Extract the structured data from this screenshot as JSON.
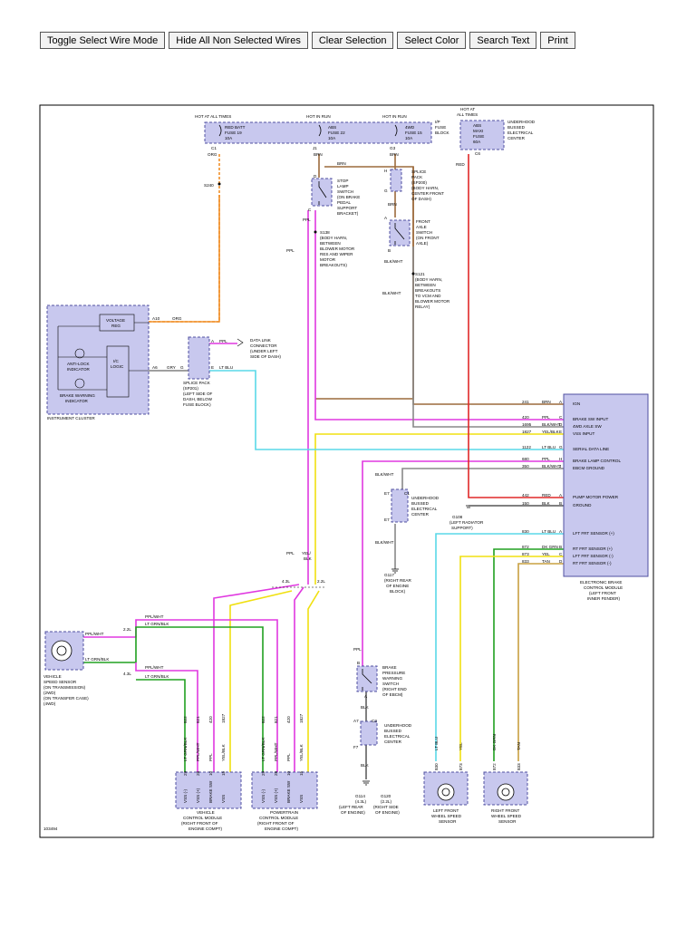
{
  "toolbar": {
    "buttons": [
      "Toggle Select Wire Mode",
      "Hide All Non Selected Wires",
      "Clear Selection",
      "Select Color",
      "Search Text",
      "Print"
    ]
  },
  "colors": {
    "orange": "#f0902a",
    "magenta": "#e038e0",
    "brown": "#9c6a3c",
    "cyan": "#5ad8e8",
    "yellow": "#f0e010",
    "red": "#e02828",
    "green": "#20a020",
    "gray": "#888888",
    "box_fill": "#c8c8ee",
    "box_stroke": "#5050a0"
  },
  "fuse_block": {
    "hot_at_all_times": "HOT AT ALL TIMES",
    "hot_in_run_1": "HOT IN RUN",
    "hot_in_run_2": "HOT IN RUN",
    "fuse1": [
      "RED BATT",
      "FUSE 19",
      "10A"
    ],
    "fuse2": [
      "ABS",
      "FUSE 22",
      "10A"
    ],
    "fuse3": [
      "4WD",
      "FUSE 15",
      "10A"
    ],
    "label": [
      "I/P",
      "FUSE",
      "BLOCK"
    ],
    "pin1": "C1",
    "pin2": "J1",
    "pin3": "G3"
  },
  "underhood_top": {
    "hot": [
      "HOT AT",
      "ALL TIMES"
    ],
    "fuse": [
      "ABS",
      "MAXI",
      "FUSE",
      "60A"
    ],
    "label": [
      "UNDERHOOD",
      "BUSSED",
      "ELECTRICAL",
      "CENTER"
    ],
    "pin": "C6"
  },
  "wire_labels": {
    "org": "ORG",
    "brn": "BRN",
    "red": "RED",
    "ppl": "PPL",
    "gry": "GRY",
    "lt_blu": "LT BLU",
    "blk_wht": "BLK/WHT",
    "blk": "BLK",
    "yel_blk": [
      "YEL/",
      "BLK"
    ],
    "ppl_wht": "PPL/WHT",
    "lt_grn_blk": "LT GRN/BLK"
  },
  "splices": {
    "s240": "S240",
    "stop_lamp": [
      "STOP",
      "LAMP",
      "SWITCH",
      "(ON BRAKE",
      "PEDAL",
      "SUPPORT",
      "BRACKET)"
    ],
    "sp200": [
      "SPLICE",
      "PACK",
      "(SP200)",
      "(BODY HARN,",
      "CENTER FRONT",
      "OF DASH)"
    ],
    "front_axle": [
      "FRONT",
      "AXLE",
      "SWITCH",
      "(ON FRONT",
      "AXLE)"
    ],
    "s138": [
      "S138",
      "(BODY HARN,",
      "BETWEEN",
      "BLOWER MOTOR",
      "RES AND WIPER",
      "MOTOR",
      "BREAKOUTS)"
    ],
    "s121": [
      "S121",
      "(BODY HARN,",
      "BETWEEN",
      "BREAKOUTS",
      "TO VCM AND",
      "BLOWER MOTOR",
      "RELAY)"
    ],
    "dlc": [
      "DATA LINK",
      "CONNECTOR",
      "(UNDER LEFT",
      "SIDE OF DASH)"
    ],
    "sp201": [
      "SPLICE PACK",
      "(SP201)",
      "(LEFT SIDE OF",
      "DASH, BELOW",
      "FUSE BLOCK)"
    ]
  },
  "cluster": {
    "voltage_reg": [
      "VOLTAGE",
      "REG"
    ],
    "ic_logic": [
      "I/C",
      "LOGIC"
    ],
    "anti_lock": [
      "ANTI-LOCK",
      "INDICATOR"
    ],
    "brake_warn": [
      "BRAKE WARNING",
      "INDICATOR"
    ],
    "label": "INSTRUMENT CLUSTER",
    "pin_a10": "A10",
    "pin_a6": "A6"
  },
  "ebcm": {
    "rows": [
      {
        "circuit": "241",
        "color": "BRN",
        "pin": "A",
        "name": "IGN"
      },
      {
        "circuit": "420",
        "color": "PPL",
        "pin": "C",
        "name": "BRAKE SW INPUT"
      },
      {
        "circuit": "1695",
        "color": "BLK/WHT",
        "pin": "D",
        "name": "4WD AXLE SW"
      },
      {
        "circuit": "1827",
        "color": "YEL/BLK",
        "pin": "E",
        "name": "VSS INPUT"
      },
      {
        "circuit": "1122",
        "color": "LT BLU",
        "pin": "G",
        "name": "SERIAL DATA LINE"
      },
      {
        "circuit": "680",
        "color": "PPL",
        "pin": "H",
        "name": "BRAKE LAMP CONTROL"
      },
      {
        "circuit": "350",
        "color": "BLK/WHT",
        "pin": "J",
        "name": "EBCM GROUND"
      },
      {
        "circuit": "442",
        "color": "RED",
        "pin": "A",
        "name": "PUMP MOTOR POWER"
      },
      {
        "circuit": "150",
        "color": "BLK",
        "pin": "B",
        "name": "GROUND"
      },
      {
        "circuit": "830",
        "color": "LT BLU",
        "pin": "A",
        "name": "LFT FRT SENSOR (+)"
      },
      {
        "circuit": "872",
        "color": "DK GRN",
        "pin": "B",
        "name": "RT FRT SENSOR (+)"
      },
      {
        "circuit": "873",
        "color": "YEL",
        "pin": "C",
        "name": "LFT FRT SENSOR (-)"
      },
      {
        "circuit": "833",
        "color": "TAN",
        "pin": "D",
        "name": "RT FRT SENSOR (-)"
      }
    ],
    "label": [
      "ELECTRONIC BRAKE",
      "CONTROL MODULE",
      "(LEFT FRONT",
      "INNER FENDER)"
    ]
  },
  "underhood_mid": {
    "label": [
      "UNDERHOOD",
      "BUSSED",
      "ELECTRICAL",
      "CENTER"
    ],
    "pins": [
      "E7",
      "C1",
      "E7"
    ],
    "g108": [
      "G108",
      "(LEFT RADIATOR",
      "SUPPORT)"
    ],
    "g117": [
      "G117",
      "(RIGHT REAR",
      "OF ENGINE",
      "BLOCK)"
    ]
  },
  "engine_split": {
    "l43": "4.3L",
    "l22": "2.2L"
  },
  "vss": {
    "label": [
      "VEHICLE",
      "SPEED SENSOR",
      "(ON TRANSMISSION)",
      "(2WD)",
      "(ON TRANSFER CASE)",
      "(4WD)"
    ],
    "l22": "2.2L",
    "l43": "4.3L"
  },
  "brake_press": {
    "label": [
      "BRAKE",
      "PRESSURE",
      "WARNING",
      "SWITCH",
      "(RIGHT END",
      "OF EBCM)"
    ],
    "pin_b": "B",
    "pin_a": "A"
  },
  "underhood_bot": {
    "label": [
      "UNDERHOOD",
      "BUSSED",
      "ELECTRICAL",
      "CENTER"
    ],
    "pins": [
      "A7",
      "C2",
      "F7"
    ],
    "g114": [
      "G114",
      "(4.3L)",
      "(LEFT REAR",
      "OF ENGINE)"
    ],
    "g120": [
      "G120",
      "(2.2L)",
      "(RIGHT SIDE",
      "OF ENGINE)"
    ]
  },
  "vcm": {
    "circuits": [
      "822",
      "821",
      "420",
      "1827"
    ],
    "colors": [
      "LT GRN/BLK",
      "PPL/WHT",
      "PPL",
      "YEL/BLK"
    ],
    "pins": [
      "29",
      "28",
      "10",
      "15"
    ],
    "names": [
      "VSS (-)",
      "VSS (+)",
      "BRAKE SW",
      "VSS"
    ],
    "label": [
      "VEHICLE",
      "CONTROL MODULE",
      "(RIGHT FRONT OF",
      "ENGINE COMPT)"
    ]
  },
  "pcm": {
    "circuits": [
      "822",
      "821",
      "420",
      "1827"
    ],
    "colors": [
      "LT GRN/BLK",
      "PPL/WHT",
      "PPL",
      "YEL/BLK"
    ],
    "pins": [
      "29",
      "28",
      "10",
      "15"
    ],
    "names": [
      "VSS (-)",
      "VSS (+)",
      "BRAKE SW",
      "VSS"
    ],
    "label": [
      "POWERTRAIN",
      "CONTROL MODULE",
      "(RIGHT FRONT OF",
      "ENGINE COMPT)"
    ]
  },
  "lf_sensor": {
    "circuits": [
      "830",
      "873"
    ],
    "colors": [
      "LT BLU",
      "YEL"
    ],
    "pins": [
      "A",
      "B"
    ],
    "label": [
      "LEFT FRONT",
      "WHEEL SPEED",
      "SENSOR"
    ]
  },
  "rf_sensor": {
    "circuits": [
      "872",
      "833"
    ],
    "colors": [
      "DK GRN",
      "TAN"
    ],
    "pins": [
      "A",
      "B"
    ],
    "label": [
      "RIGHT FRONT",
      "WHEEL SPEED",
      "SENSOR"
    ]
  },
  "doc_id": "103494"
}
